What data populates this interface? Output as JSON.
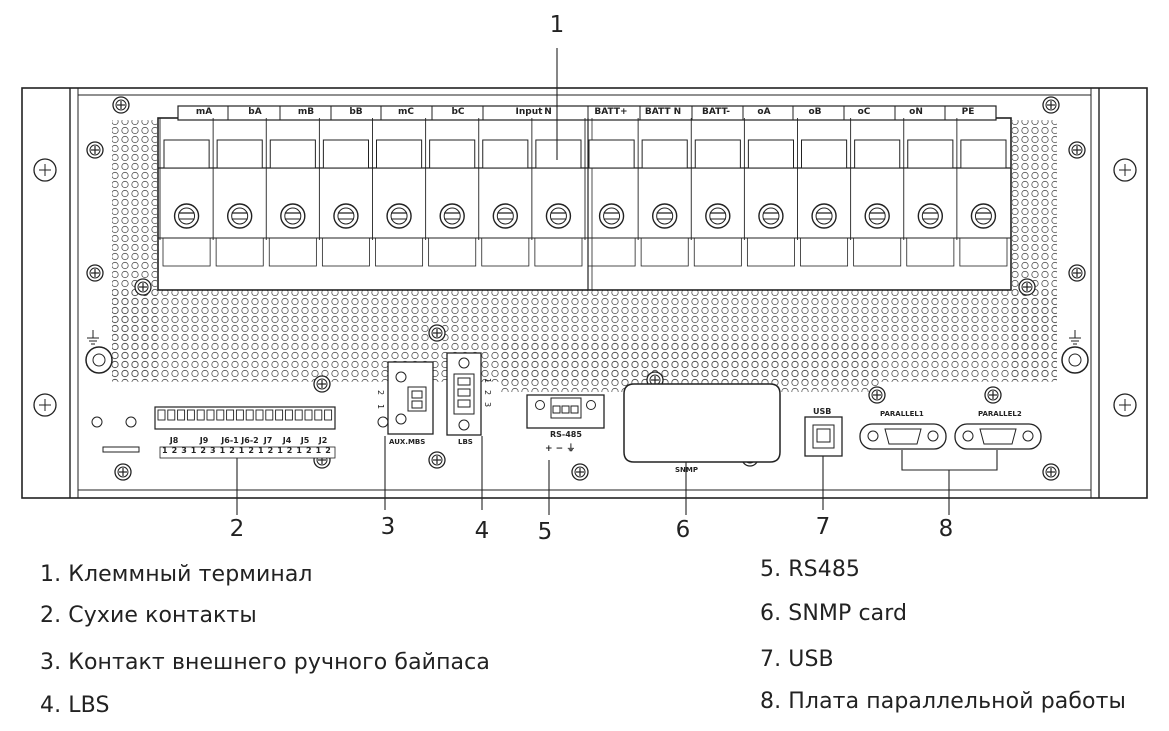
{
  "callout_numbers": [
    "1",
    "2",
    "3",
    "4",
    "5",
    "6",
    "7",
    "8"
  ],
  "terminal_labels": [
    "mA",
    "bA",
    "mB",
    "bB",
    "mC",
    "bC",
    "Input",
    "N",
    "BATT+",
    "BATT N",
    "BATT-",
    "oA",
    "oB",
    "oC",
    "oN",
    "PE"
  ],
  "dry_contacts": {
    "ports": [
      "J8",
      "J9",
      "J6-1",
      "J6-2",
      "J7",
      "J4",
      "J5",
      "J2"
    ],
    "pin_numbers": [
      "1",
      "2",
      "3",
      "1",
      "2",
      "3",
      "1",
      "2",
      "1",
      "2",
      "1",
      "2",
      "1",
      "2",
      "1",
      "2",
      "1",
      "2"
    ]
  },
  "component_labels": {
    "aux_mbs": "AUX.MBS",
    "aux_pins": [
      "2",
      "1"
    ],
    "lbs": "LBS",
    "lbs_pins": [
      "1",
      "2",
      "3"
    ],
    "rs485": "RS-485",
    "rs485_pins": "+ − ⏚",
    "snmp": "SNMP",
    "usb": "USB",
    "parallel1": "PARALLEL1",
    "parallel2": "PARALLEL2"
  },
  "legend": {
    "left": [
      "1. Клеммный терминал",
      "2. Сухие контакты",
      "3. Контакт внешнего ручного байпаса",
      "4. LBS"
    ],
    "right": [
      "5. RS485",
      "6. SNMP card",
      "7. USB",
      "8. Плата параллельной работы"
    ]
  }
}
